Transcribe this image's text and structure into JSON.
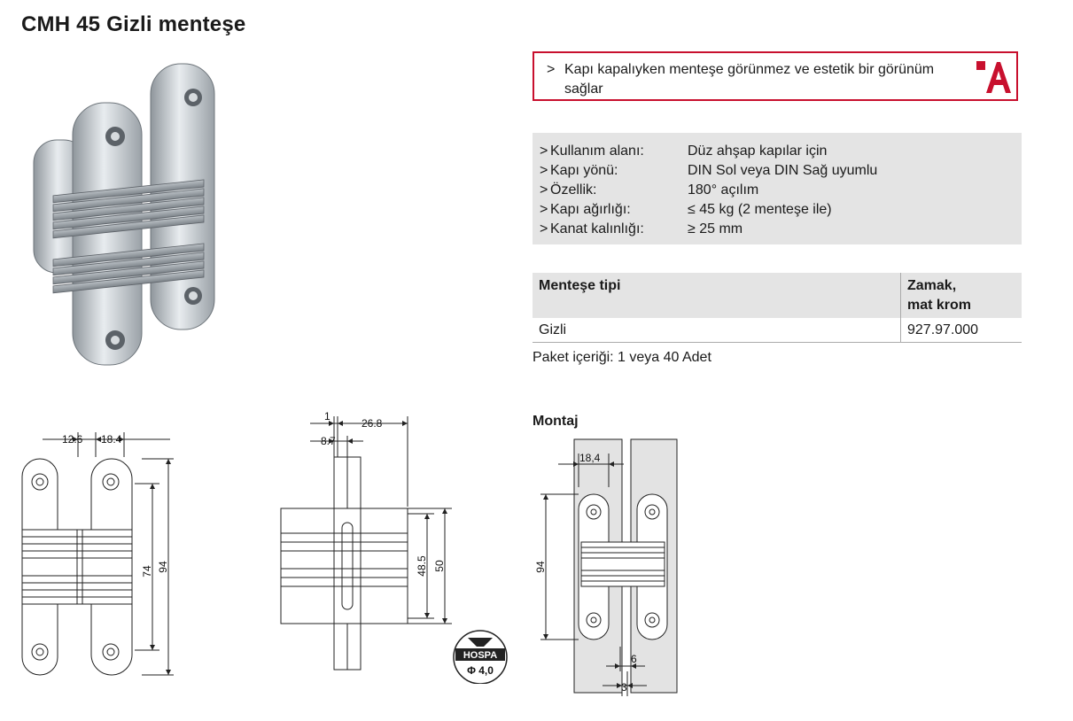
{
  "page": {
    "title": "CMH 45 Gizli menteşe"
  },
  "highlight": {
    "arrow": ">",
    "text": "Kapı kapalıyken menteşe görünmez ve estetik bir görünüm sağlar",
    "logo_color": "#c8102e"
  },
  "specs": [
    {
      "label": "Kullanım alanı:",
      "value": "Düz ahşap kapılar için"
    },
    {
      "label": "Kapı yönü:",
      "value": "DIN Sol veya DIN Sağ uyumlu"
    },
    {
      "label": "Özellik:",
      "value": "180° açılım"
    },
    {
      "label": "Kapı ağırlığı:",
      "value": "≤ 45 kg (2 menteşe ile)"
    },
    {
      "label": "Kanat kalınlığı:",
      "value": "≥ 25 mm"
    }
  ],
  "spec_arrow": ">",
  "product_table": {
    "header_type": "Menteşe tipi",
    "header_material_line1": "Zamak,",
    "header_material_line2": "mat krom",
    "row_type": "Gizli",
    "row_code": "927.97.000"
  },
  "package_text": "Paket içeriği: 1 veya 40 Adet",
  "montaj_label": "Montaj",
  "drawing_front": {
    "dim_left": "12.6",
    "dim_right": "18.4",
    "dim_inner_height": "74",
    "dim_total_height": "94"
  },
  "drawing_side": {
    "dim_gap": "1",
    "dim_width": "26.8",
    "dim_depth": "8.7",
    "dim_body_inner": "48.5",
    "dim_body_outer": "50",
    "screw_brand": "HOSPA",
    "screw_size": "Φ 4,0"
  },
  "drawing_montaj": {
    "dim_top": "18,4",
    "dim_height": "94",
    "dim_six": "6",
    "dim_three": "3"
  }
}
